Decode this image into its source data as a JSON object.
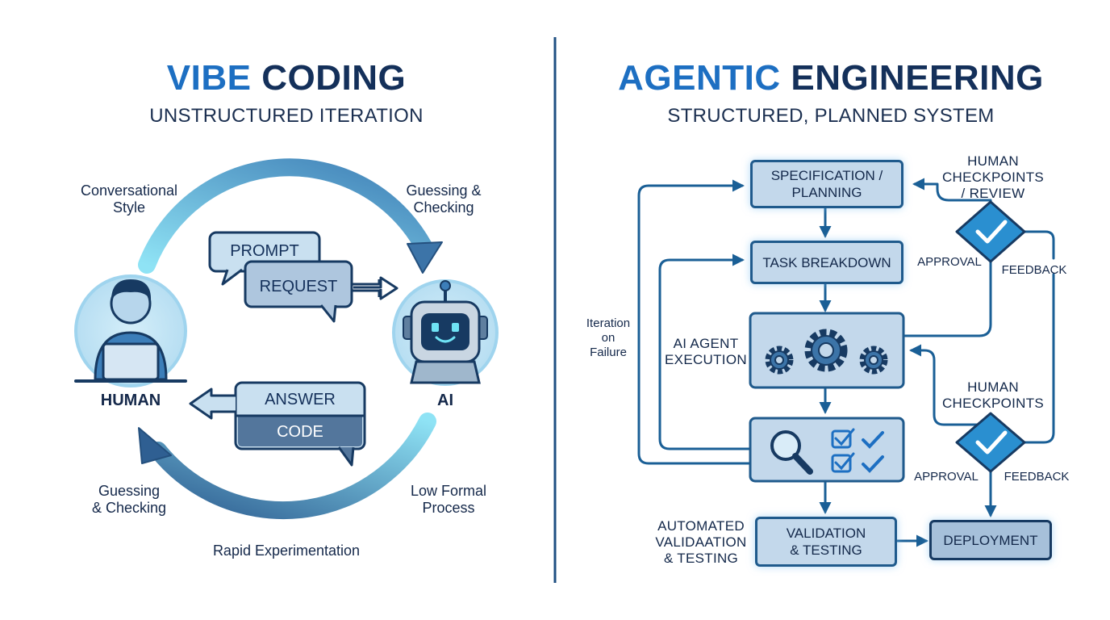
{
  "left": {
    "title_word1": "VIBE",
    "title_word2": "CODING",
    "subtitle": "UNSTRUCTURED ITERATION",
    "labels": {
      "conversational": "Conversational\nStyle",
      "guessing_top": "Guessing &\nChecking",
      "human": "HUMAN",
      "ai": "AI",
      "guessing_bottom": "Guessing\n& Checking",
      "low_formal": "Low Formal\nProcess",
      "rapid": "Rapid Experimentation"
    },
    "bubbles": {
      "prompt": "PROMPT",
      "request": "REQUEST",
      "answer": "ANSWER",
      "code": "CODE"
    }
  },
  "right": {
    "title_word1": "AGENTIC",
    "title_word2": "ENGINEERING",
    "subtitle": "STRUCTURED, PLANNED SYSTEM",
    "boxes": {
      "spec": "SPECIFICATION /\nPLANNING",
      "task": "TASK BREAKDOWN",
      "validation": "VALIDATION\n& TESTING",
      "deployment": "DEPLOYMENT"
    },
    "labels": {
      "checkpoints_review": "HUMAN\nCHECKPOINTS\n/ REVIEW",
      "approval_1": "APPROVAL",
      "feedback_1": "FEEDBACK",
      "iteration": "Iteration\non\nFailure",
      "ai_agent": "AI AGENT\nEXECUTION",
      "checkpoints": "HUMAN\nCHECKPOINTS",
      "approval_2": "APPROVAL",
      "feedback_2": "FEEDBACK",
      "automated": "AUTOMATED\nVALIDAATION\n& TESTING"
    }
  },
  "colors": {
    "accent": "#1d6fc2",
    "navy": "#14305a",
    "box_fill": "#c3d8eb",
    "box_border": "#1f5a8c",
    "glow": "#8fd0f2"
  }
}
